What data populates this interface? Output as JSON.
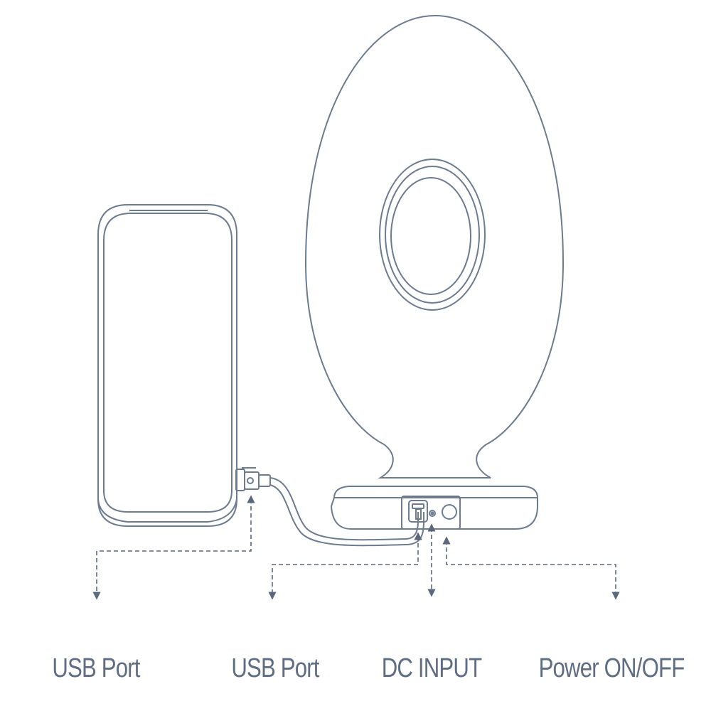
{
  "labels": {
    "usb_port_1": "USB Port",
    "usb_port_2": "USB Port",
    "dc_input": "DC INPUT",
    "power": "Power ON/OFF"
  },
  "colors": {
    "line": "#6d7b8f",
    "text": "#5f6d82"
  }
}
